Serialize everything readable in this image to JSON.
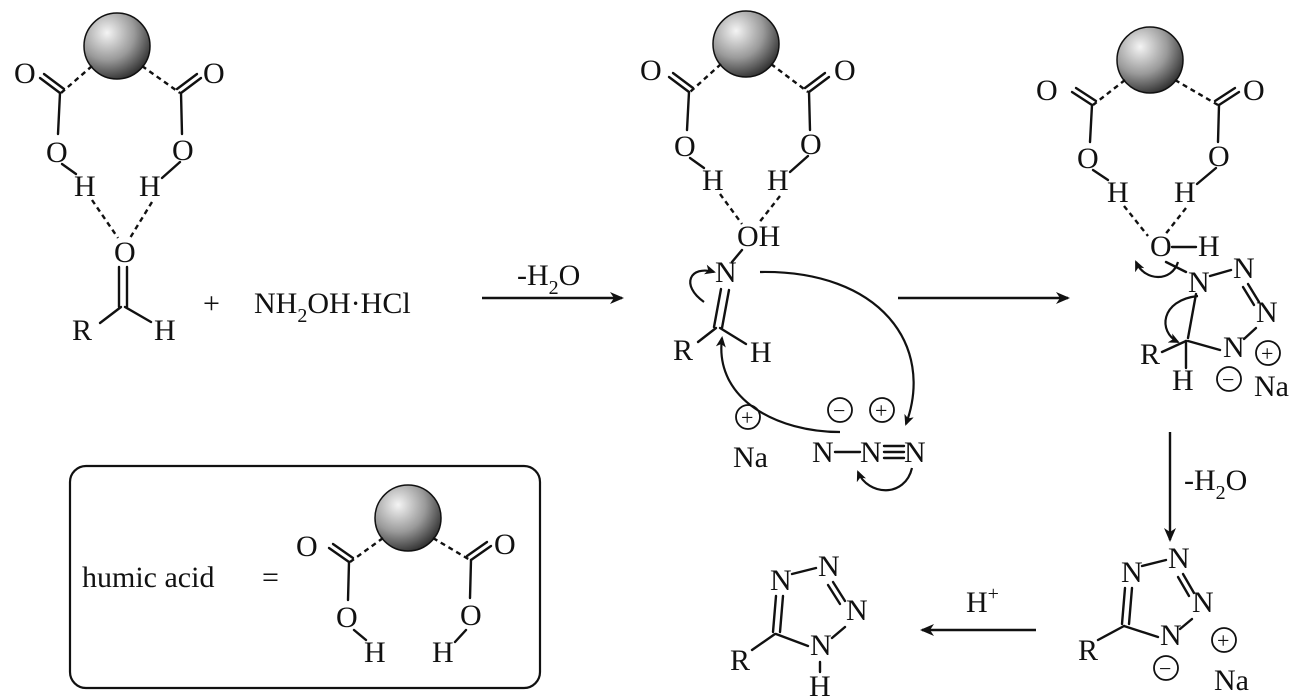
{
  "atoms": {
    "O": "O",
    "H": "H",
    "R": "R",
    "N": "N",
    "Na": "Na",
    "OH": "OH"
  },
  "symbols": {
    "plus_sign": "+",
    "equals_sign": "="
  },
  "reagent": {
    "part1": "NH",
    "sub": "2",
    "part2": "OH·HCl"
  },
  "step1": {
    "prefix": "-H",
    "sub": "2",
    "suffix": "O"
  },
  "step_dehydration": {
    "prefix": "-H",
    "sub": "2",
    "suffix": "O"
  },
  "protonation": {
    "base": "H",
    "sup": "+"
  },
  "legend": {
    "label": "humic acid",
    "equals": "="
  },
  "charges": {
    "positive": "+",
    "negative": "−"
  },
  "colors": {
    "ink": "#111111",
    "sphere_light": "#f4f4f4",
    "sphere_dark": "#2e2e2e"
  }
}
